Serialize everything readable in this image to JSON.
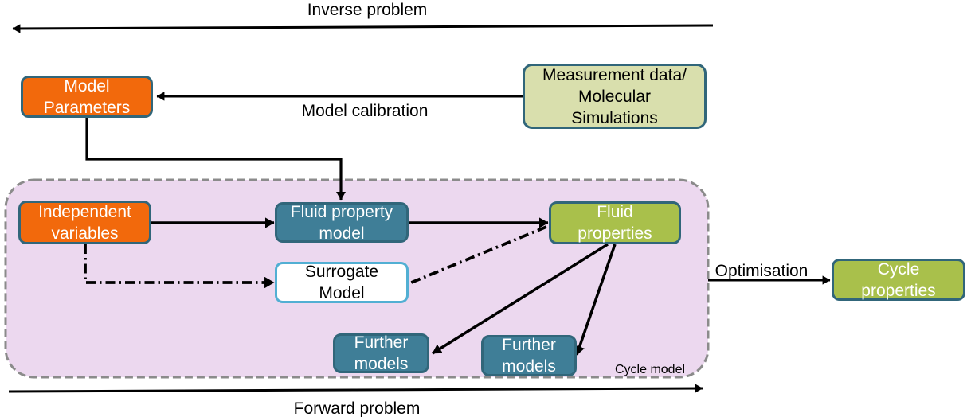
{
  "colors": {
    "background": "#ffffff",
    "orange": "#f2690c",
    "teal_fill": "#3f7e97",
    "teal_border": "#31667a",
    "olive_fill": "#d9dfad",
    "green_fill": "#a9c04b",
    "container_fill": "#ecd8ef",
    "container_border": "#8b8b8b",
    "surrogate_border": "#52afd3",
    "arrow": "#000000",
    "text_dark": "#000000",
    "text_light": "#ffffff"
  },
  "labels": {
    "inverse_problem": "Inverse problem",
    "model_calibration": "Model calibration",
    "optimisation": "Optimisation",
    "forward_problem": "Forward problem",
    "cycle_model": "Cycle model"
  },
  "nodes": {
    "model_parameters": {
      "text": "Model\nParameters"
    },
    "measurement_data": {
      "text": "Measurement data/\nMolecular\nSimulations"
    },
    "independent_variables": {
      "text": "Independent\nvariables"
    },
    "fluid_property_model": {
      "text": "Fluid property\nmodel"
    },
    "surrogate_model": {
      "text": "Surrogate\nModel"
    },
    "fluid_properties": {
      "text": "Fluid\nproperties"
    },
    "further_models_left": {
      "text": "Further\nmodels"
    },
    "further_models_right": {
      "text": "Further\nmodels"
    },
    "cycle_properties": {
      "text": "Cycle\nproperties"
    }
  },
  "edges": [
    {
      "from": "cycle_model_region",
      "to": "start",
      "label": "Inverse problem",
      "style": "solid"
    },
    {
      "from": "measurement_data",
      "to": "model_parameters",
      "label": "Model calibration",
      "style": "solid"
    },
    {
      "from": "model_parameters",
      "to": "fluid_property_model",
      "style": "solid-elbow"
    },
    {
      "from": "independent_variables",
      "to": "fluid_property_model",
      "style": "solid"
    },
    {
      "from": "fluid_property_model",
      "to": "fluid_properties",
      "style": "solid"
    },
    {
      "from": "independent_variables",
      "to": "surrogate_model",
      "style": "dash-dot"
    },
    {
      "from": "surrogate_model",
      "to": "fluid_properties",
      "style": "dash-dot"
    },
    {
      "from": "fluid_properties",
      "to": "further_models_left",
      "style": "solid"
    },
    {
      "from": "fluid_properties",
      "to": "further_models_right",
      "style": "solid"
    },
    {
      "from": "cycle_model_region",
      "to": "cycle_properties",
      "label": "Optimisation",
      "style": "solid"
    },
    {
      "from": "start",
      "to": "cycle_model_region_end",
      "label": "Forward problem",
      "style": "solid"
    }
  ]
}
